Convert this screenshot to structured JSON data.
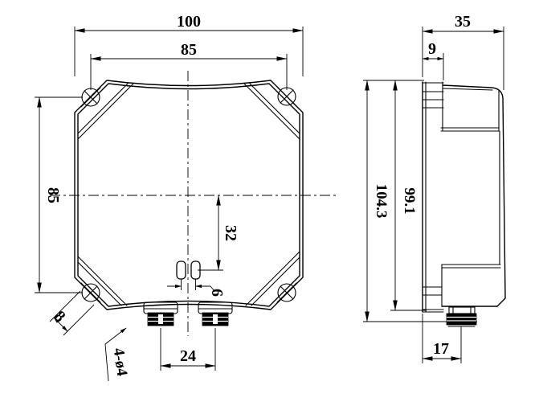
{
  "front_view": {
    "dimensions": {
      "overall_width": "100",
      "hole_spacing_horizontal": "85",
      "hole_spacing_vertical": "85",
      "slot_offset_from_center": "32",
      "slot_spacing": "6",
      "gland_spacing": "24",
      "ear_width": "8",
      "hole_callout": "4-ø4"
    }
  },
  "side_view": {
    "dimensions": {
      "overall_depth": "35",
      "flange_depth": "9",
      "overall_height": "104.3",
      "body_height": "99.1",
      "connector_offset": "17"
    }
  },
  "colors": {
    "line": "#000000",
    "background": "#ffffff"
  }
}
